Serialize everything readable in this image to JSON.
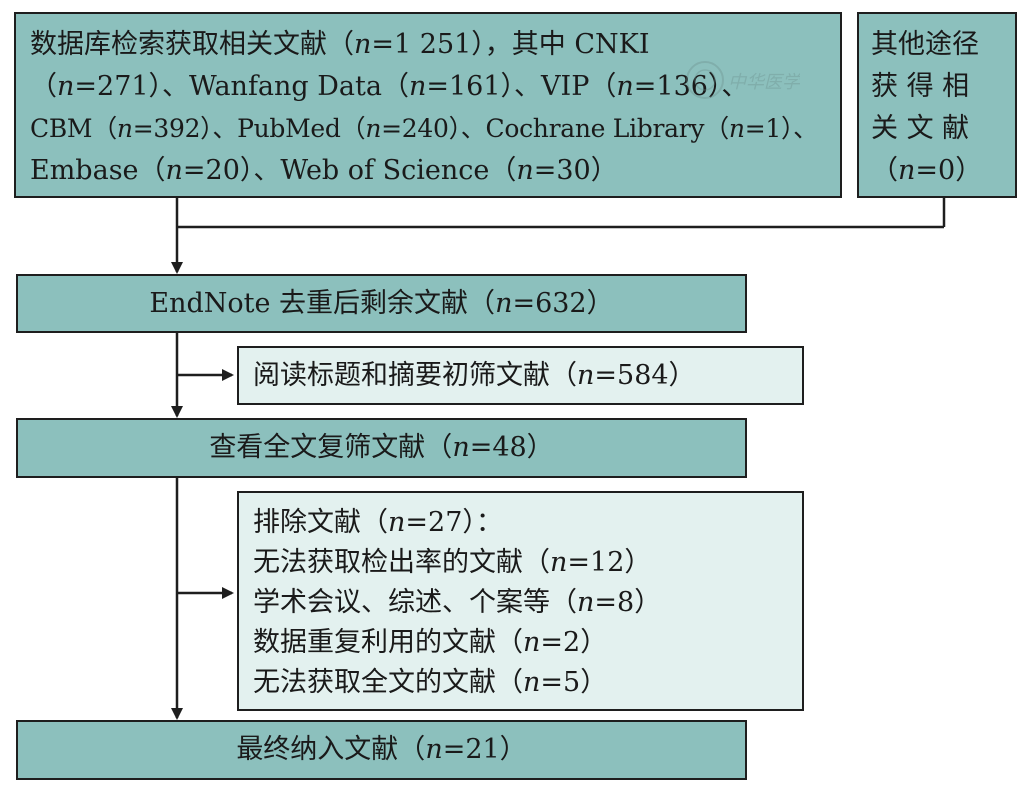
{
  "search_box": {
    "lines": [
      {
        "pre": "数据库检索获取相关文献（",
        "n": "n",
        "post": "=1 251），其中 CNKI"
      },
      {
        "pre": "（",
        "n": "n",
        "post": "=271）、Wanfang Data（",
        "n2": "n",
        "post2": "=161）、VIP（",
        "n3": "n",
        "post3": "=136）、"
      },
      {
        "pre": "CBM（",
        "n": "n",
        "post": "=392）、PubMed（",
        "n2": "n",
        "post2": "=240）、Cochrane Library（",
        "n3": "n",
        "post3": "=1）、"
      },
      {
        "pre": "Embase（",
        "n": "n",
        "post": "=20）、Web of Science（",
        "n2": "n",
        "post2": "=30）"
      }
    ]
  },
  "other_box": {
    "lines": [
      "其他途径",
      "获 得 相",
      "关 文 献"
    ],
    "count": {
      "pre": "（",
      "n": "n",
      "post": "=0）"
    }
  },
  "endnote_box": {
    "pre": "EndNote 去重后剩余文献（",
    "n": "n",
    "post": "=632）"
  },
  "title_screen_box": {
    "pre": "阅读标题和摘要初筛文献（",
    "n": "n",
    "post": "=584）"
  },
  "fulltext_box": {
    "pre": "查看全文复筛文献（",
    "n": "n",
    "post": "=48）"
  },
  "exclude_box": {
    "lines": [
      {
        "pre": "排除文献（",
        "n": "n",
        "post": "=27）："
      },
      {
        "pre": "无法获取检出率的文献（",
        "n": "n",
        "post": "=12）"
      },
      {
        "pre": "学术会议、综述、个案等（",
        "n": "n",
        "post": "=8）"
      },
      {
        "pre": "数据重复利用的文献（",
        "n": "n",
        "post": "=2）"
      },
      {
        "pre": "无法获取全文的文献（",
        "n": "n",
        "post": "=5）"
      }
    ]
  },
  "final_box": {
    "pre": "最终纳入文献（",
    "n": "n",
    "post": "=21）"
  },
  "watermark": {
    "text": "中华医学会"
  }
}
